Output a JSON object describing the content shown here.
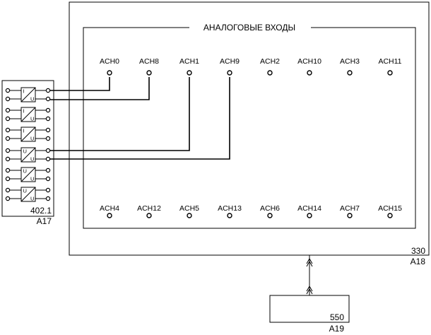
{
  "main_box": {
    "code": "330",
    "ref": "A18"
  },
  "inner_panel": {
    "title": "АНАЛОГОВЫЕ ВХОДЫ"
  },
  "top_channels": [
    "ACH0",
    "ACH8",
    "ACH1",
    "ACH9",
    "ACH2",
    "ACH10",
    "ACH3",
    "ACH11"
  ],
  "bottom_channels": [
    "ACH4",
    "ACH12",
    "ACH5",
    "ACH13",
    "ACH6",
    "ACH14",
    "ACH7",
    "ACH15"
  ],
  "module": {
    "code": "402.1",
    "ref": "A17",
    "converters": [
      {
        "in": "I",
        "out": "U"
      },
      {
        "in": "I",
        "out": "U"
      },
      {
        "in": "I",
        "out": "U"
      },
      {
        "in": "U",
        "out": "U"
      },
      {
        "in": "U",
        "out": "U"
      },
      {
        "in": "U",
        "out": "U"
      }
    ]
  },
  "bottom_box": {
    "code": "550",
    "ref": "A19"
  }
}
